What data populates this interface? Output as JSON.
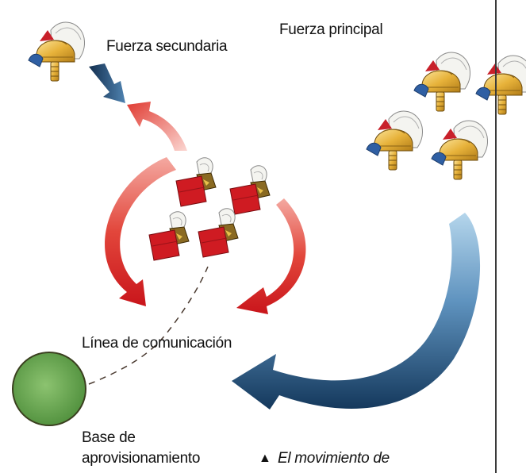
{
  "labels": {
    "secondary_force": "Fuerza secundaria",
    "main_force": "Fuerza principal",
    "line_of_communication": "Línea de comunicación",
    "supply_base_line1": "Base de",
    "supply_base_line2": "aprovisionamiento",
    "caption_marker": "▲",
    "caption_text": "El movimiento de"
  },
  "icons": {
    "secondary_helmet": "helmet-icon",
    "main_helmets": "helmet-icon",
    "central_troops": "infantry-shako-icon",
    "supply_base": "supply-base-circle"
  },
  "colors": {
    "red_arrow": "#d9241e",
    "blue_arrow_dark": "#173a5e",
    "blue_arrow_light": "#a9cde4",
    "helmet_gold": "#e8b53a",
    "helmet_visor": "#2f5fa3",
    "plume_red": "#c8202a",
    "shako_red": "#cf1b22",
    "supply_green": "#6aa84f"
  }
}
